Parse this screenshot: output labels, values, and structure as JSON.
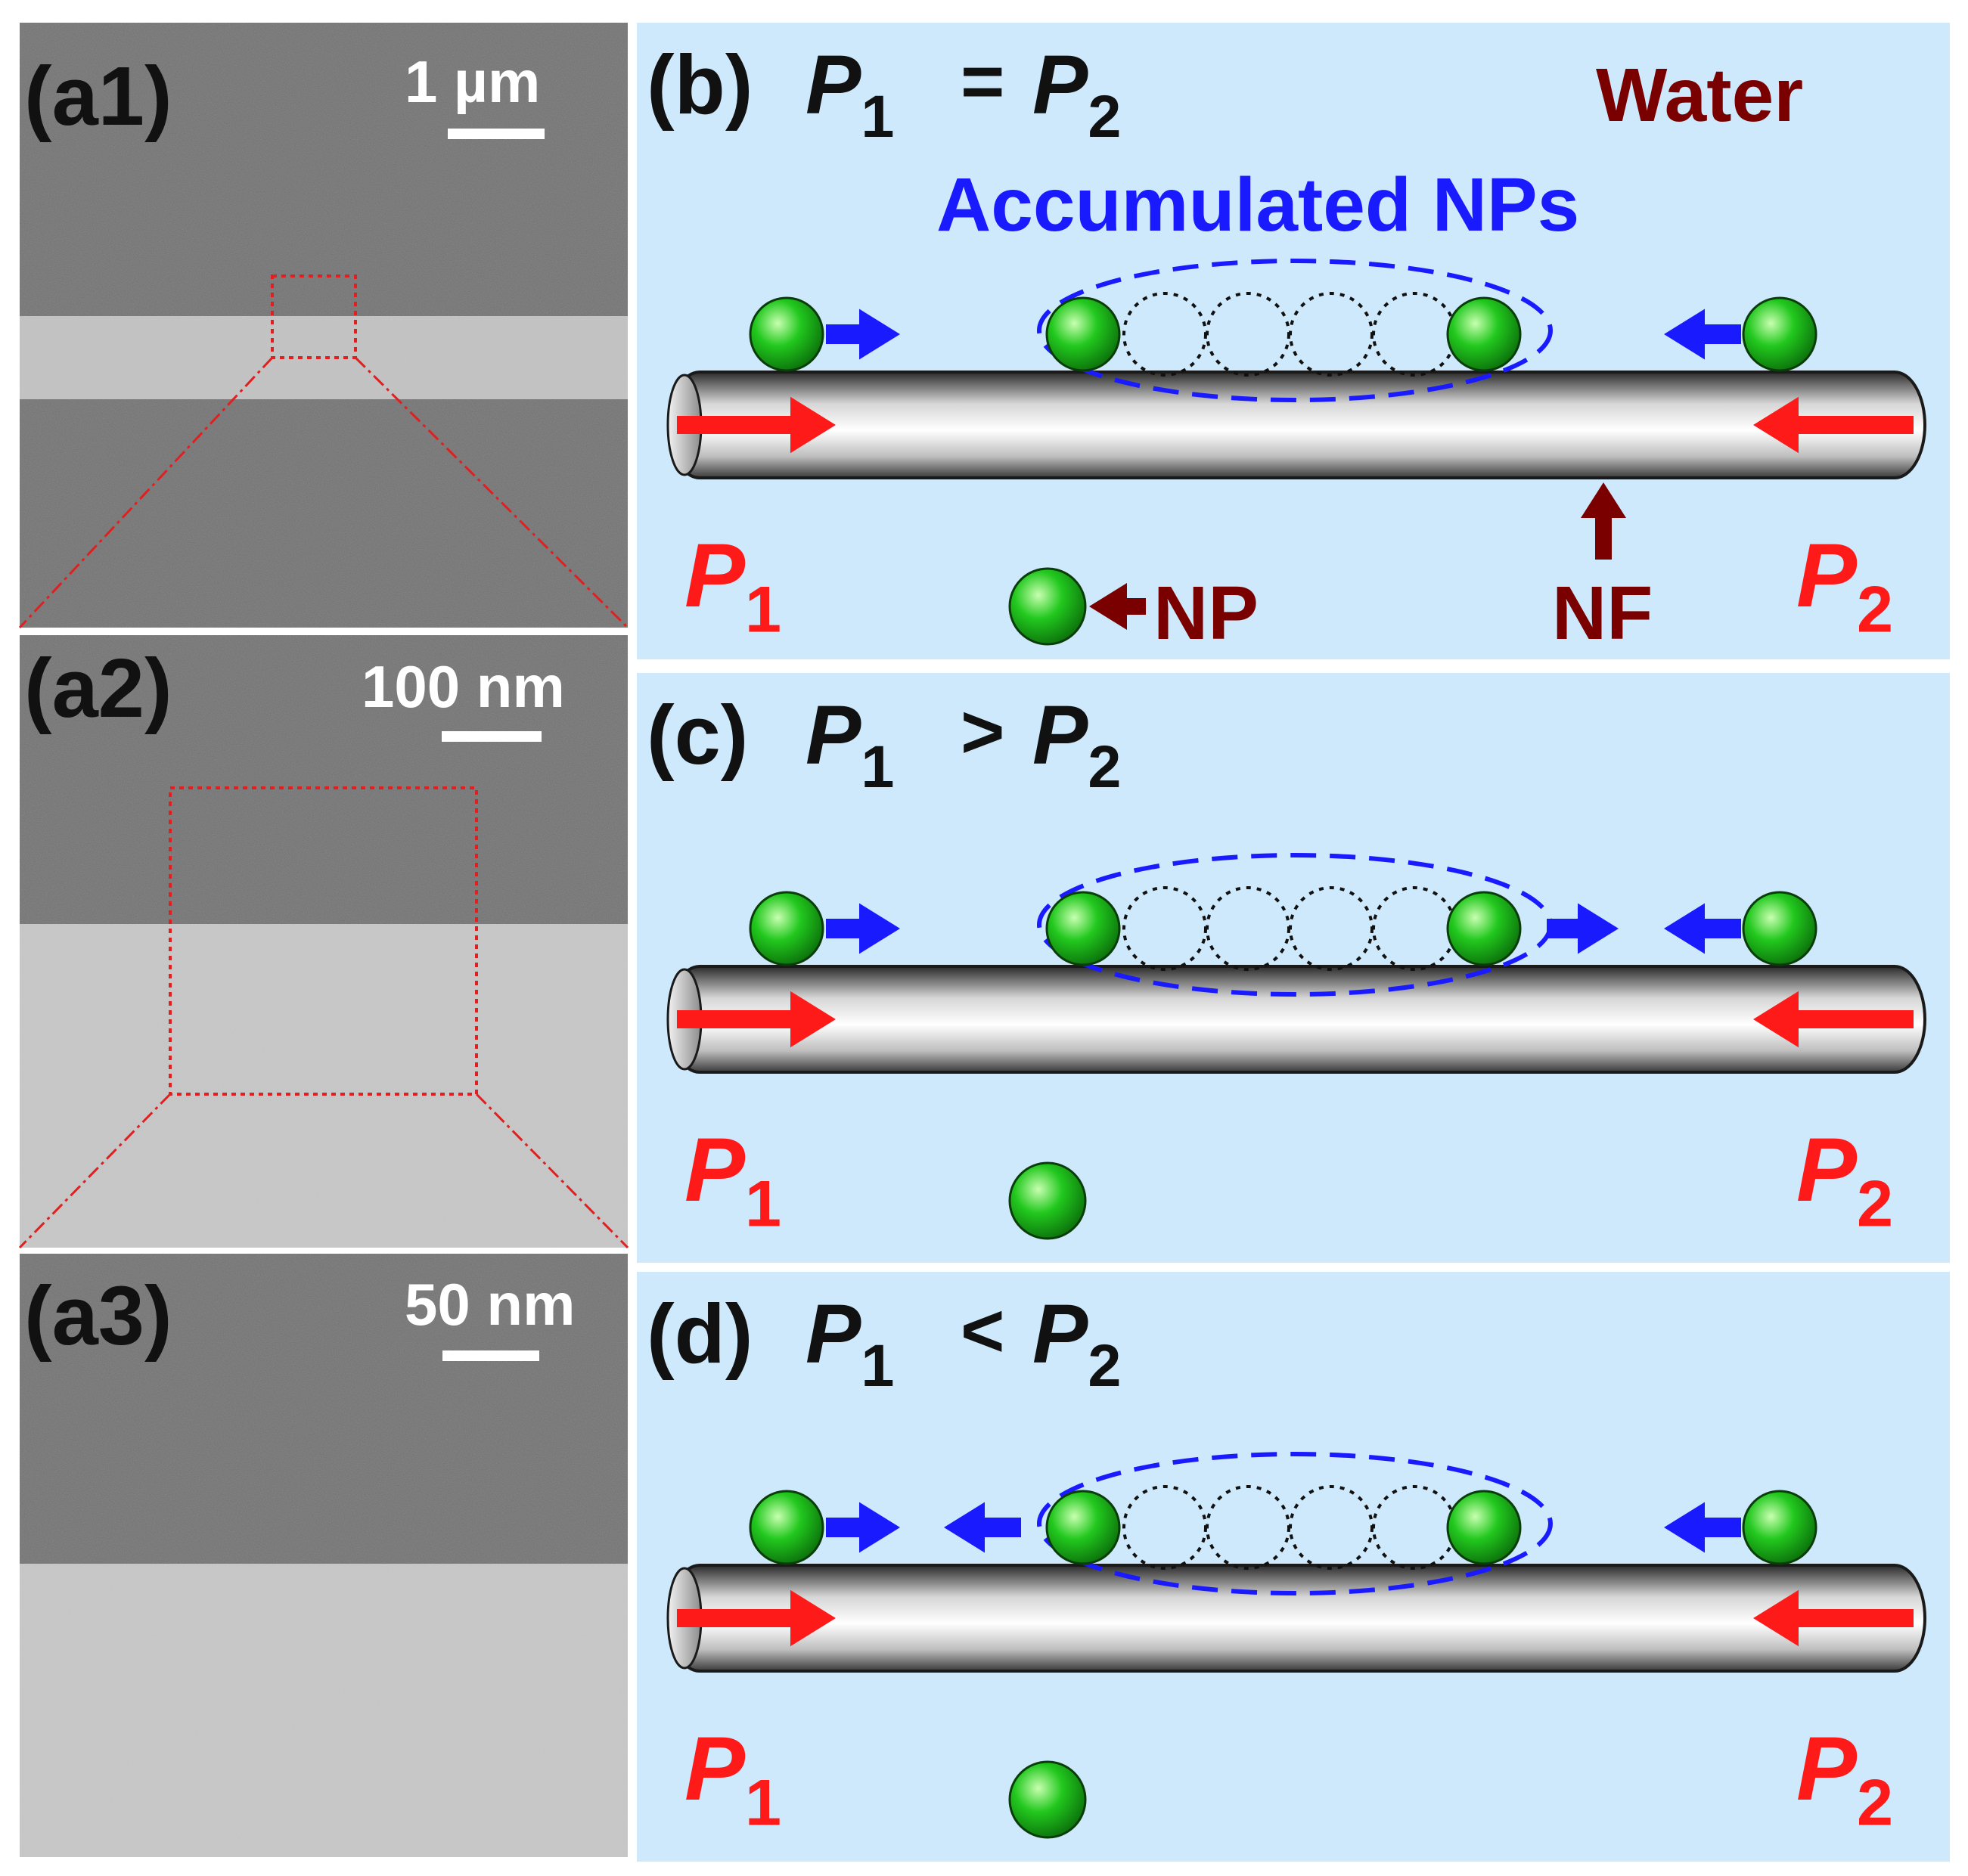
{
  "colors": {
    "background": "#ffffff",
    "water": "#cde9fb",
    "sem_dark": "#6e6e6e",
    "sem_light": "#c9c9c9",
    "zoom_red": "#e02020",
    "pressure_red": "#ff1a1a",
    "flow_blue": "#1a1aff",
    "annotation_darkred": "#7a0000",
    "np_green": "#1ec21e",
    "text_black": "#111111"
  },
  "sem_panels": [
    {
      "id": "a1",
      "label": "(a1)",
      "scalebar": "1 µm"
    },
    {
      "id": "a2",
      "label": "(a2)",
      "scalebar": "100 nm"
    },
    {
      "id": "a3",
      "label": "(a3)",
      "scalebar": "50 nm"
    }
  ],
  "schematic_panels": [
    {
      "id": "b",
      "label": "(b)",
      "relation": "=",
      "cluster_motion": "none"
    },
    {
      "id": "c",
      "label": "(c)",
      "relation": ">",
      "cluster_motion": "right"
    },
    {
      "id": "d",
      "label": "(d)",
      "relation": "<",
      "cluster_motion": "left"
    }
  ],
  "pressure": {
    "p": "P",
    "sub1": "1",
    "sub2": "2"
  },
  "annotations": {
    "water": "Water",
    "accumulated": "Accumulated NPs",
    "np": "NP",
    "nf": "NF"
  },
  "icons": [
    "nanoparticle-icon",
    "arrow-right-icon",
    "arrow-left-icon",
    "arrow-up-icon"
  ]
}
